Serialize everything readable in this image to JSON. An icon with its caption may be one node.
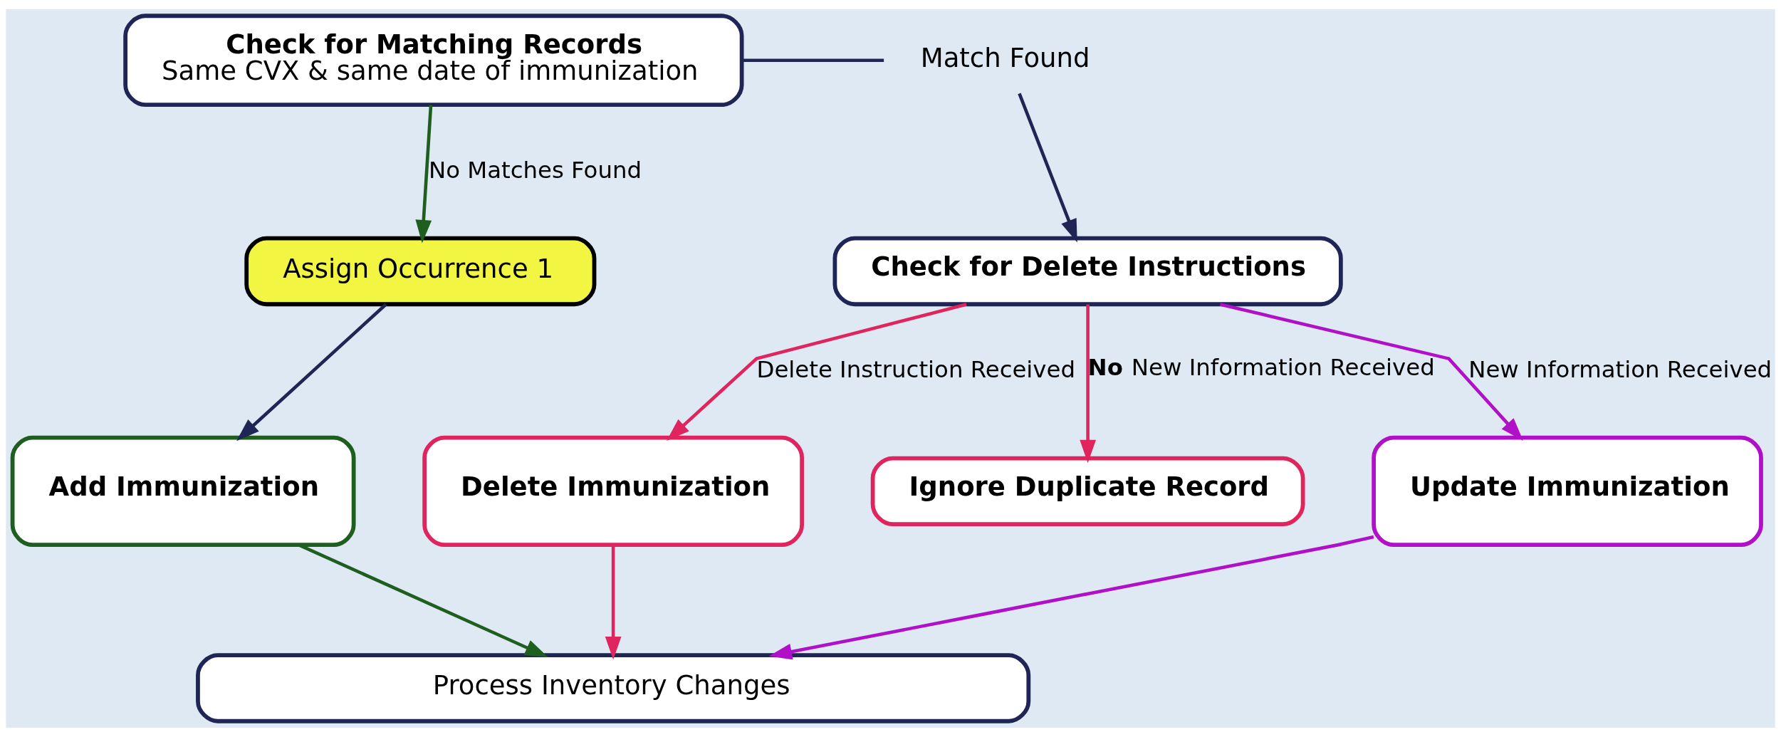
{
  "diagram": {
    "nodes": [
      {
        "text": [
          "Check for Matching Records",
          "Same CVX & same date of immunization"
        ]
      },
      {
        "text": [
          "Match Found"
        ]
      },
      {
        "text": [
          "Check for Delete Instructions"
        ]
      },
      {
        "text": [
          "Assign Occurrence 1"
        ]
      },
      {
        "text": [
          "Delete Immunization"
        ]
      },
      {
        "text": [
          "Ignore Duplicate Record"
        ]
      },
      {
        "text": [
          "Update Immunization"
        ]
      },
      {
        "text": [
          "Add Immunization"
        ]
      },
      {
        "text": [
          "Process Inventory Changes"
        ]
      }
    ],
    "edges": [
      {
        "from": 0,
        "to": 1,
        "arrow": "none"
      },
      {
        "from": 1,
        "to": 2,
        "arrow": "to"
      },
      {
        "from": 0,
        "to": 3,
        "arrow": "to",
        "label": "No Matches Found",
        "color": "#1e5e1e"
      },
      {
        "from": 2,
        "to": 4,
        "arrow": "to",
        "label": "Delete Instruction Received",
        "color": "#e0245e"
      },
      {
        "from": 2,
        "to": 5,
        "arrow": "to",
        "label": "**No** New Information Received",
        "color": "#e0245e"
      },
      {
        "from": 2,
        "to": 6,
        "arrow": "to",
        "label": "New Information Received",
        "color": "#b010c8"
      },
      {
        "from": 3,
        "to": 7,
        "arrow": "to"
      },
      {
        "from": 4,
        "to": 8,
        "arrow": "to",
        "color": "#e0245e"
      },
      {
        "from": 6,
        "to": 8,
        "arrow": "to",
        "color": "#b010c8"
      },
      {
        "from": 7,
        "to": 8,
        "arrow": "to",
        "color": "#1e5e1e"
      }
    ]
  }
}
